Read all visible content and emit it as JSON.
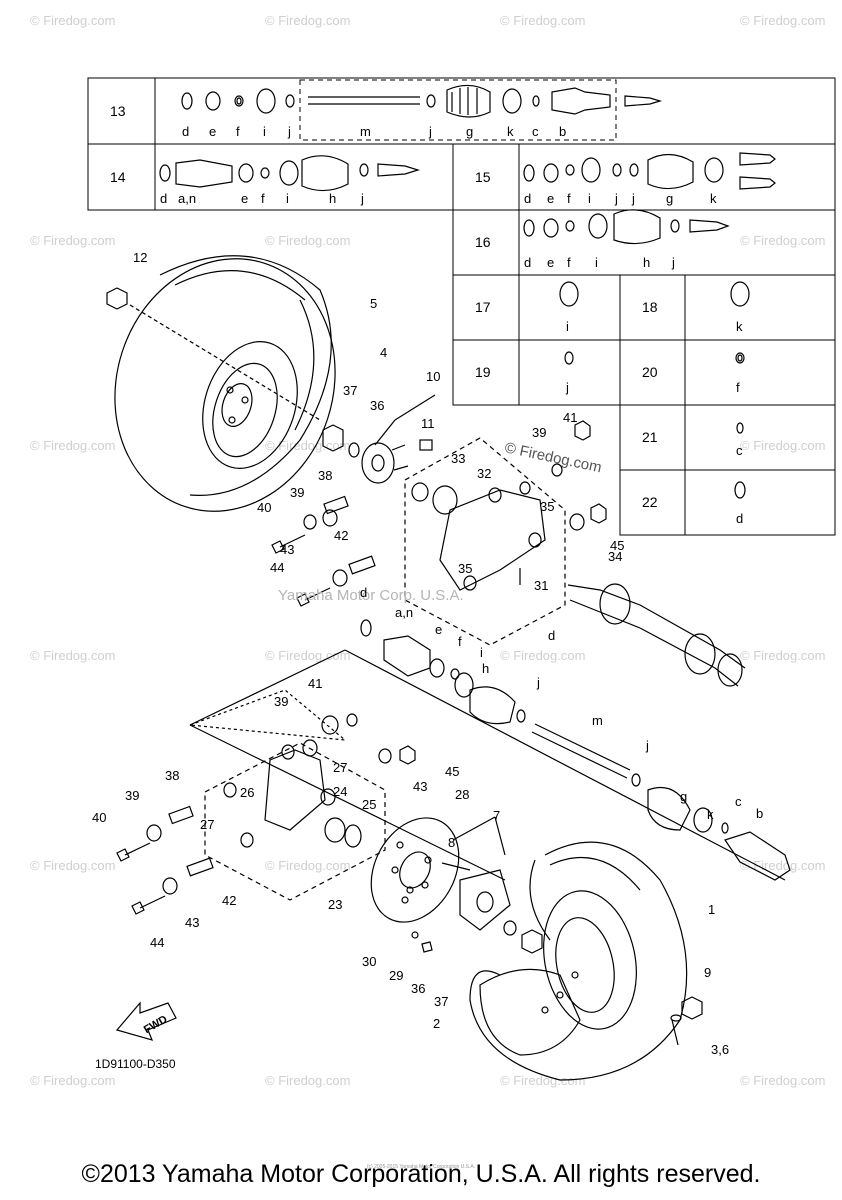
{
  "table": {
    "rows": [
      {
        "id": "13",
        "letters": [
          "d",
          "e",
          "f",
          "i",
          "j",
          "m",
          "j",
          "g",
          "k",
          "c",
          "b"
        ]
      },
      {
        "id": "14",
        "letters": [
          "d",
          "a,n",
          "e",
          "f",
          "i",
          "h",
          "j"
        ]
      },
      {
        "id": "15",
        "letters": [
          "d",
          "e",
          "f",
          "i",
          "j",
          "j",
          "g",
          "k"
        ]
      },
      {
        "id": "16",
        "letters": [
          "d",
          "e",
          "f",
          "i",
          "h",
          "j"
        ]
      },
      {
        "id": "17",
        "letters": [
          "i"
        ]
      },
      {
        "id": "18",
        "letters": [
          "k"
        ]
      },
      {
        "id": "19",
        "letters": [
          "j"
        ]
      },
      {
        "id": "20",
        "letters": [
          "f"
        ]
      },
      {
        "id": "21",
        "letters": [
          "c"
        ]
      },
      {
        "id": "22",
        "letters": [
          "d"
        ]
      }
    ]
  },
  "callouts": [
    "12",
    "5",
    "4",
    "37",
    "36",
    "10",
    "11",
    "41",
    "39",
    "33",
    "32",
    "38",
    "35",
    "39",
    "40",
    "43",
    "45",
    "42",
    "44",
    "35",
    "34",
    "31",
    "d",
    "a,n",
    "e",
    "f",
    "i",
    "h",
    "j",
    "m",
    "41",
    "39",
    "45",
    "43",
    "38",
    "27",
    "26",
    "24",
    "25",
    "39",
    "40",
    "28",
    "7",
    "8",
    "27",
    "23",
    "42",
    "43",
    "44",
    "30",
    "29",
    "36",
    "37",
    "1",
    "9",
    "2",
    "3,6",
    "j",
    "g",
    "k",
    "c",
    "b"
  ],
  "watermark": "© Firedog.com",
  "overlay_text": "Yamaha Motor Corp. U.S.A.",
  "firedog_mid": "© Firedog.com",
  "diagram_code": "1D91100-D350",
  "fwd_label": "FWD",
  "footer": "©2013 Yamaha Motor Corporation, U.S.A. All rights reserved.",
  "footer_small": "(c) 2005-2015 Yamaha Motor Corporation U.S.A."
}
